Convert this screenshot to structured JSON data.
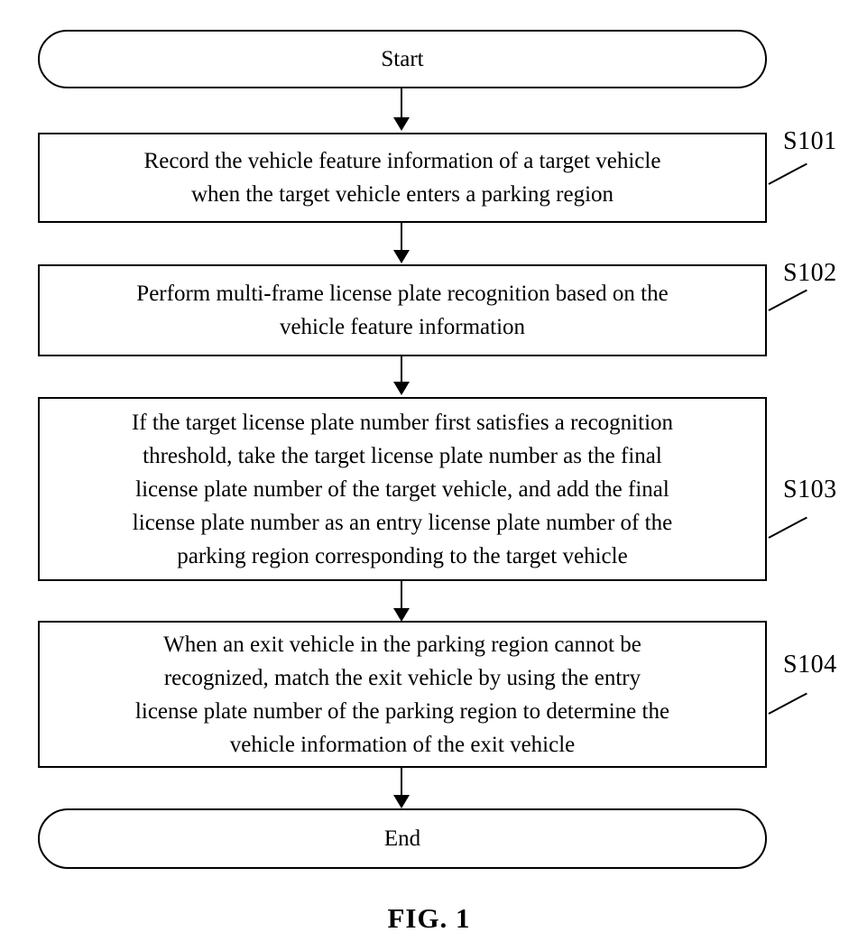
{
  "figure": {
    "caption": "FIG. 1",
    "type": "flowchart"
  },
  "nodes": [
    {
      "id": "start",
      "shape": "terminator",
      "text": "Start",
      "step_label": ""
    },
    {
      "id": "s101",
      "shape": "process",
      "text": "Record the vehicle feature information of a target vehicle\nwhen the target vehicle enters a parking region",
      "step_label": "S101"
    },
    {
      "id": "s102",
      "shape": "process",
      "text": "Perform multi-frame license plate recognition based on the\nvehicle feature information",
      "step_label": "S102"
    },
    {
      "id": "s103",
      "shape": "process",
      "text": "If the target license plate number first satisfies a recognition\nthreshold, take the target license plate number as the final\nlicense plate number of the target vehicle, and add the final\nlicense plate number as an entry license plate number of the\nparking region corresponding to the target vehicle",
      "step_label": "S103"
    },
    {
      "id": "s104",
      "shape": "process",
      "text": "When an exit vehicle in the parking region cannot be\nrecognized, match the exit vehicle by using the entry\nlicense plate number of the parking region to determine the\nvehicle information of the exit vehicle",
      "step_label": "S104"
    },
    {
      "id": "end",
      "shape": "terminator",
      "text": "End",
      "step_label": ""
    }
  ],
  "colors": {
    "stroke": "#000000",
    "background": "#ffffff",
    "text": "#000000"
  }
}
